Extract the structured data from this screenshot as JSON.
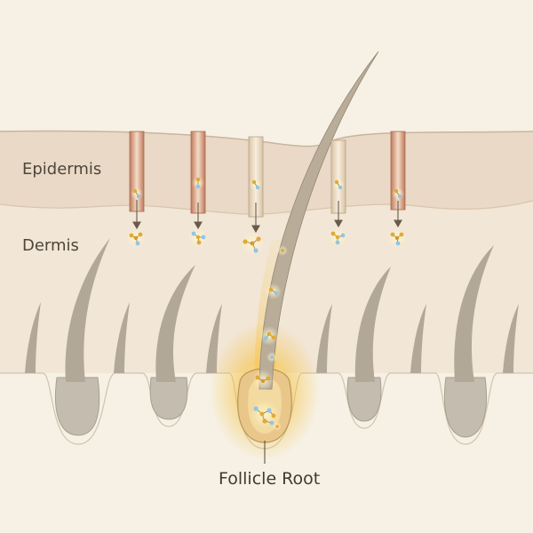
{
  "labels": {
    "epidermis": "Epidermis",
    "dermis": "Dermis",
    "follicle_root": "Follicle Root"
  },
  "colors": {
    "background": "#f6f1e4",
    "epidermis": "#ead9c6",
    "dermis": "#f2e6d6",
    "follicle": "#c4bcae",
    "hair": "#a79d8d",
    "glow": "#f5c13d",
    "pore_tube": "#c88a6c",
    "molecule_gold": "#e0aa35",
    "molecule_blue": "#8fc6e6"
  }
}
